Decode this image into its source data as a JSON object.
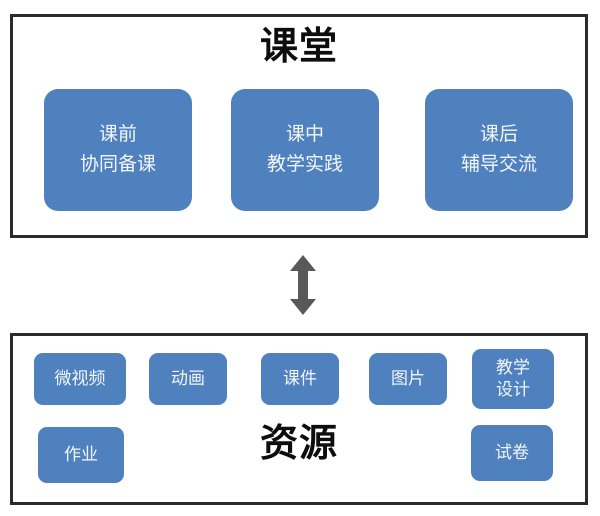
{
  "diagram": {
    "type": "two-panel relationship diagram",
    "colors": {
      "box_fill": "#4e81bd",
      "box_text": "#f2f6fb",
      "panel_border": "#2b2b2b",
      "title_text": "#0d0d0d",
      "arrow": "#595959",
      "background": "#ffffff"
    },
    "panels": [
      {
        "id": "classroom",
        "title": "课堂",
        "boxes": [
          {
            "id": "pre-class",
            "lines": [
              "课前",
              "协同备课"
            ]
          },
          {
            "id": "in-class",
            "lines": [
              "课中",
              "教学实践"
            ]
          },
          {
            "id": "after-class",
            "lines": [
              "课后",
              "辅导交流"
            ]
          }
        ]
      },
      {
        "id": "resources",
        "title": "资源",
        "boxes": [
          {
            "id": "micro-video",
            "lines": [
              "微视频"
            ]
          },
          {
            "id": "animation",
            "lines": [
              "动画"
            ]
          },
          {
            "id": "courseware",
            "lines": [
              "课件"
            ]
          },
          {
            "id": "picture",
            "lines": [
              "图片"
            ]
          },
          {
            "id": "lesson-design",
            "lines": [
              "教学",
              "设计"
            ]
          },
          {
            "id": "homework",
            "lines": [
              "作业"
            ]
          },
          {
            "id": "exam-paper",
            "lines": [
              "试卷"
            ]
          }
        ]
      }
    ],
    "connector": {
      "name": "double-headed-vertical-arrow",
      "direction": "bidirectional"
    }
  }
}
